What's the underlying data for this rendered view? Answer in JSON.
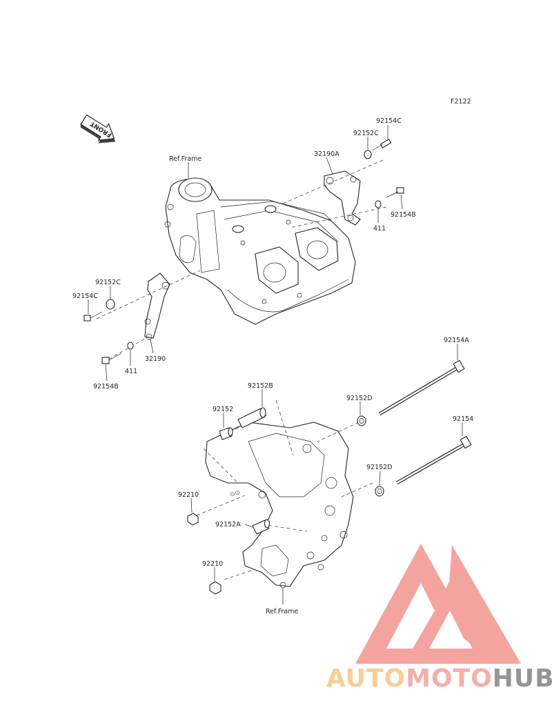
{
  "diagram": {
    "figure_code": "F2122",
    "front_arrow_text": "FRONT",
    "labels": {
      "ref_frame_top": "Ref.Frame",
      "ref_frame_bottom": "Ref.Frame",
      "p32190A": "32190A",
      "p92154C_right": "92154C",
      "p92152C_right": "92152C",
      "p92154B_right": "92154B",
      "p411_right": "411",
      "p92152C_left": "92152C",
      "p92154C_left": "92154C",
      "p32190": "32190",
      "p411_left": "411",
      "p92154B_left": "92154B",
      "p92154A": "92154A",
      "p92152B": "92152B",
      "p92152": "92152",
      "p92152D_upper": "92152D",
      "p92154": "92154",
      "p92152D_lower": "92152D",
      "p92210_upper": "92210",
      "p92152A": "92152A",
      "p92210_lower": "92210"
    }
  },
  "watermark": {
    "word_part1": "AUTO",
    "word_part2": "MOTO",
    "word_part3": "HUB",
    "colors": {
      "auto": "#F7C98A",
      "moto": "#F4A6A0",
      "hub": "#8A8A8A",
      "mark": "#F39B95"
    }
  }
}
